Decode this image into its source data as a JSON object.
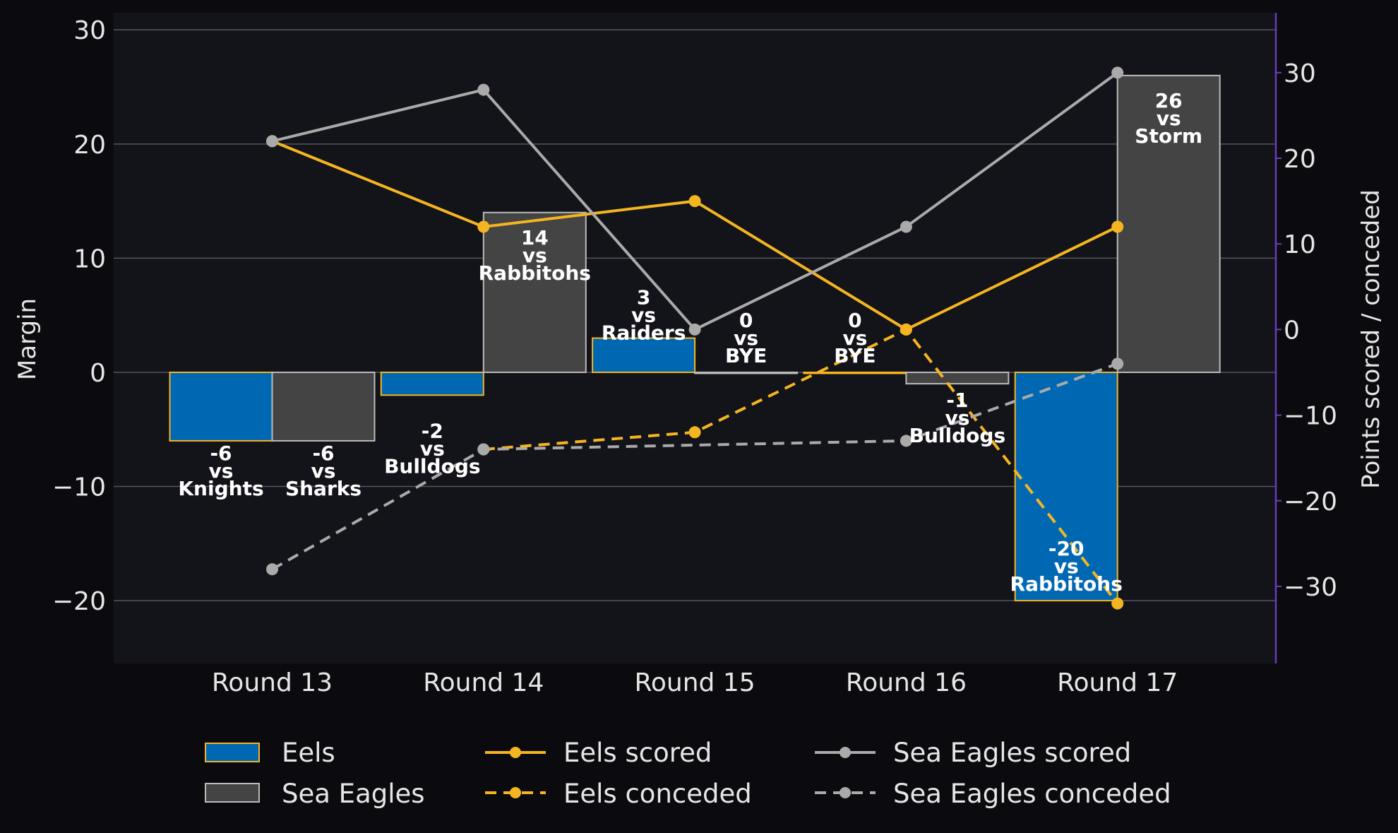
{
  "chart_data": {
    "type": "bar",
    "categories": [
      "Round 13",
      "Round 14",
      "Round 15",
      "Round 16",
      "Round 17"
    ],
    "ylabel": "Margin",
    "ylabel_right": "Points scored / conceded",
    "ylim": [
      -25.5,
      31.5
    ],
    "ylim_right": [
      -39,
      37
    ],
    "yticks": [
      -20,
      -10,
      0,
      10,
      20,
      30
    ],
    "yticks_right": [
      -30,
      -20,
      -10,
      0,
      10,
      20,
      30
    ],
    "ytick_labels": [
      "−20",
      "−10",
      "0",
      "10",
      "20",
      "30"
    ],
    "ytick_labels_right": [
      "−30",
      "−20",
      "−10",
      "0",
      "10",
      "20",
      "30"
    ],
    "grid": true,
    "legend_position": "bottom",
    "colors": {
      "eels": "#0068b3",
      "eels_edge": "#f5b520",
      "sea_eagles": "#444444",
      "sea_eagles_edge": "#bbbbbb",
      "eels_line": "#f5b520",
      "sea_eagles_line": "#aaaaaa",
      "right_axis": "#6a3db8"
    },
    "bar_series": [
      {
        "name": "Eels",
        "values": [
          -6,
          -2,
          3,
          0,
          -20
        ],
        "labels": [
          [
            "-6",
            "vs",
            "Knights"
          ],
          [
            "-2",
            "vs",
            "Bulldogs"
          ],
          [
            "3",
            "vs",
            "Raiders"
          ],
          [
            "0",
            "vs",
            "BYE"
          ],
          [
            "-20",
            "vs",
            "Rabbitohs"
          ]
        ]
      },
      {
        "name": "Sea Eagles",
        "values": [
          -6,
          14,
          0,
          -1,
          26
        ],
        "labels": [
          [
            "-6",
            "vs",
            "Sharks"
          ],
          [
            "14",
            "vs",
            "Rabbitohs"
          ],
          [
            "0",
            "vs",
            "BYE"
          ],
          [
            "-1",
            "vs",
            "Bulldogs"
          ],
          [
            "26",
            "vs",
            "Storm"
          ]
        ]
      }
    ],
    "line_series": [
      {
        "name": "Eels scored",
        "values": [
          22,
          12,
          15,
          0,
          12
        ]
      },
      {
        "name": "Eels conceded",
        "values": [
          null,
          -14,
          -12,
          0,
          -32
        ]
      },
      {
        "name": "Sea Eagles scored",
        "values": [
          22,
          28,
          0,
          12,
          30
        ]
      },
      {
        "name": "Sea Eagles conceded",
        "values": [
          -28,
          -14,
          null,
          -13,
          -4
        ]
      }
    ]
  }
}
